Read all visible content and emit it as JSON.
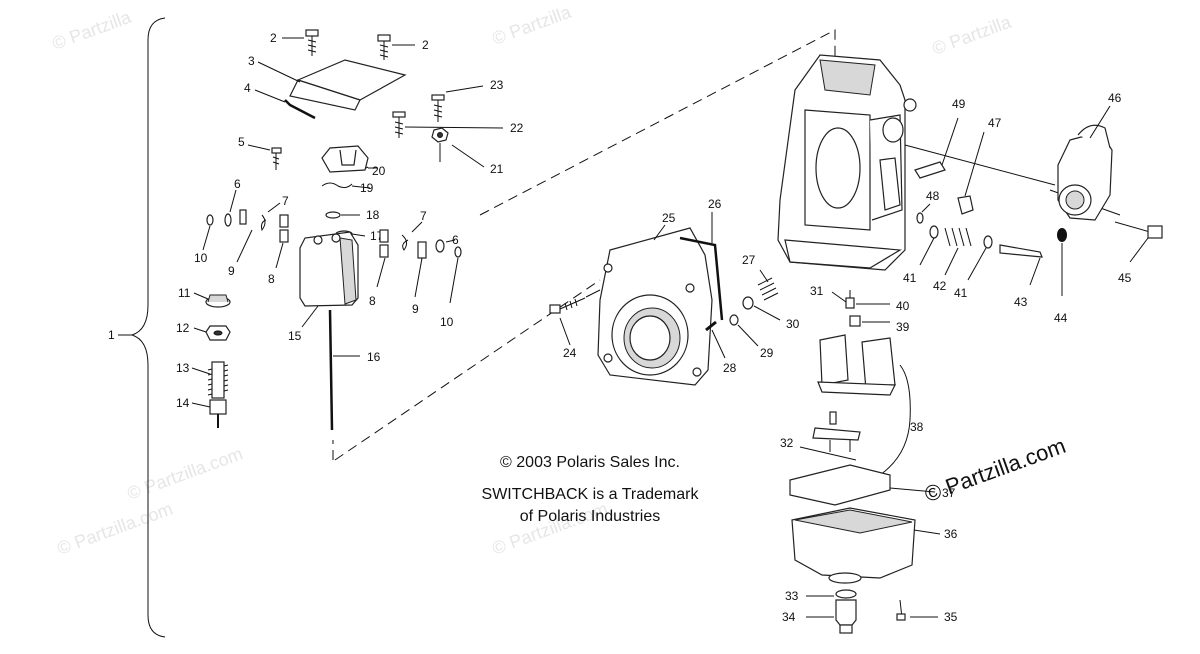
{
  "watermarks": [
    "© Partzilla",
    "© Partzilla",
    "© Partzilla",
    "© Partzilla.com",
    "© Partzilla.com",
    "© Partzilla.com"
  ],
  "copyright": {
    "line1": "© 2003 Polaris Sales Inc.",
    "line2": "SWITCHBACK is a Trademark",
    "line3": "of Polaris Industries"
  },
  "brand_watermark": "© Partzilla.com",
  "callouts": {
    "c1": "1",
    "c2a": "2",
    "c2b": "2",
    "c3": "3",
    "c4": "4",
    "c5": "5",
    "c6a": "6",
    "c6b": "6",
    "c7a": "7",
    "c7b": "7",
    "c8a": "8",
    "c8b": "8",
    "c9a": "9",
    "c9b": "9",
    "c10a": "10",
    "c10b": "10",
    "c11": "11",
    "c12": "12",
    "c13": "13",
    "c14": "14",
    "c15": "15",
    "c16": "16",
    "c17": "17",
    "c18": "18",
    "c19": "19",
    "c20": "20",
    "c21": "21",
    "c22": "22",
    "c23": "23",
    "c24": "24",
    "c25": "25",
    "c26": "26",
    "c27": "27",
    "c28": "28",
    "c29": "29",
    "c30": "30",
    "c31": "31",
    "c32": "32",
    "c33": "33",
    "c34": "34",
    "c35": "35",
    "c36": "36",
    "c37": "37",
    "c38": "38",
    "c39": "39",
    "c40": "40",
    "c41a": "41",
    "c41b": "41",
    "c42": "42",
    "c43": "43",
    "c44": "44",
    "c45": "45",
    "c46": "46",
    "c47": "47",
    "c48": "48",
    "c49": "49"
  }
}
